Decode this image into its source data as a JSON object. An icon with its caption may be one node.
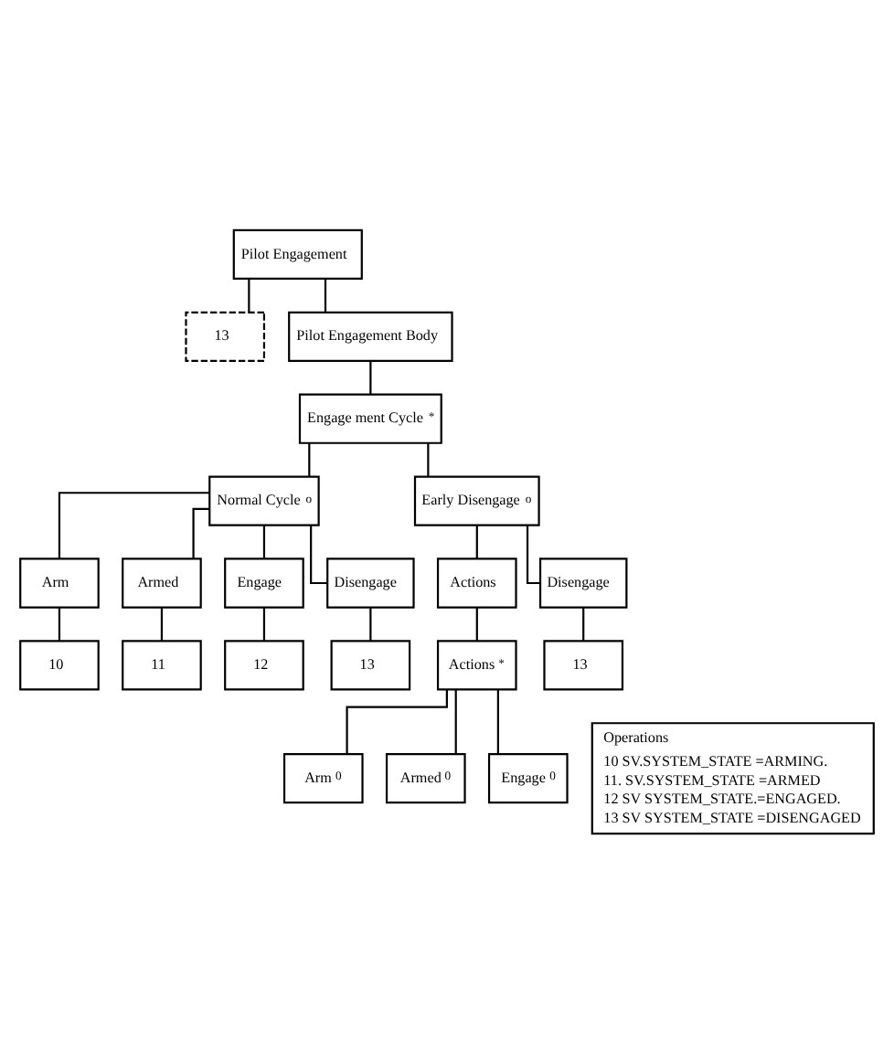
{
  "diagram": {
    "nodes": [
      {
        "text": [
          "Pilot Engagement"
        ]
      },
      {
        "text": [
          "13"
        ]
      },
      {
        "text": [
          "Pilot Engagement Body"
        ]
      },
      {
        "text": [
          "Engage ment Cycle",
          "*"
        ]
      },
      {
        "text": [
          "Normal Cycle",
          "o"
        ]
      },
      {
        "text": [
          "Early Disengage",
          "o"
        ]
      },
      {
        "text": [
          "Arm"
        ]
      },
      {
        "text": [
          "Armed"
        ]
      },
      {
        "text": [
          "Engage"
        ]
      },
      {
        "text": [
          "Disengage"
        ]
      },
      {
        "text": [
          "10"
        ]
      },
      {
        "text": [
          "11"
        ]
      },
      {
        "text": [
          "12"
        ]
      },
      {
        "text": [
          "13"
        ]
      },
      {
        "text": [
          "Actions"
        ]
      },
      {
        "text": [
          "Disengage"
        ]
      },
      {
        "text": [
          "Actions",
          "*"
        ]
      },
      {
        "text": [
          "13"
        ]
      },
      {
        "text": [
          "Arm",
          "0"
        ]
      },
      {
        "text": [
          "Armed",
          "0"
        ]
      },
      {
        "text": [
          "Engage",
          "0"
        ]
      },
      {
        "text": [
          "Operations",
          "10 SV.SYSTEM_STATE =ARMING.",
          "11. SV.SYSTEM_STATE =ARMED",
          "12 SV SYSTEM_STATE.=ENGAGED.",
          "13 SV SYSTEM_STATE =DISENGAGED"
        ]
      }
    ],
    "edges": [
      {
        "from": 0,
        "to": 1,
        "arrow": "none"
      },
      {
        "from": 0,
        "to": 2,
        "arrow": "none"
      },
      {
        "from": 2,
        "to": 3,
        "arrow": "none"
      },
      {
        "from": 3,
        "to": 4,
        "arrow": "none"
      },
      {
        "from": 3,
        "to": 5,
        "arrow": "none"
      },
      {
        "from": 4,
        "to": 6,
        "arrow": "none"
      },
      {
        "from": 4,
        "to": 7,
        "arrow": "none"
      },
      {
        "from": 4,
        "to": 8,
        "arrow": "none"
      },
      {
        "from": 4,
        "to": 9,
        "arrow": "none"
      },
      {
        "from": 5,
        "to": 14,
        "arrow": "none"
      },
      {
        "from": 5,
        "to": 15,
        "arrow": "none"
      },
      {
        "from": 6,
        "to": 10,
        "arrow": "none"
      },
      {
        "from": 7,
        "to": 11,
        "arrow": "none"
      },
      {
        "from": 8,
        "to": 12,
        "arrow": "none"
      },
      {
        "from": 9,
        "to": 13,
        "arrow": "none"
      },
      {
        "from": 14,
        "to": 16,
        "arrow": "none"
      },
      {
        "from": 15,
        "to": 17,
        "arrow": "none"
      },
      {
        "from": 16,
        "to": 18,
        "arrow": "none"
      },
      {
        "from": 16,
        "to": 19,
        "arrow": "none"
      },
      {
        "from": 16,
        "to": 20,
        "arrow": "none"
      }
    ]
  }
}
